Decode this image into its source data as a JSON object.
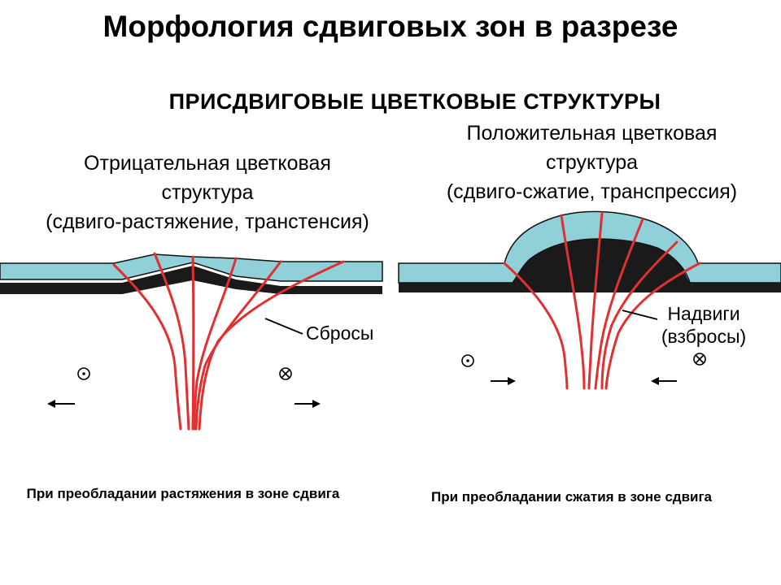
{
  "title": "Морфология сдвиговых зон в разрезе",
  "subtitle": "ПРИСДВИГОВЫЕ ЦВЕТКОВЫЕ СТРУКТУРЫ",
  "negative": {
    "line1": "Отрицательная цветковая",
    "line2": "структура",
    "line3": "(сдвиго-растяжение, транстенсия)"
  },
  "positive": {
    "line1": "Положительная цветковая",
    "line2": "структура",
    "line3": "(сдвиго-сжатие, транспрессия)"
  },
  "labels": {
    "faults": "Сбросы",
    "thrusts_line1": "Надвиги",
    "thrusts_line2": "(взбросы)"
  },
  "captions": {
    "left": "При преобладании растяжения в зоне сдвига",
    "right": "При преобладании сжатия в зоне сдвига"
  },
  "colors": {
    "layer": "#8fd0d9",
    "base": "#1a1a1a",
    "fault": "#e03030"
  },
  "symbols": {
    "out_of_page": "dot-circle-icon",
    "into_page": "cross-circle-icon"
  }
}
